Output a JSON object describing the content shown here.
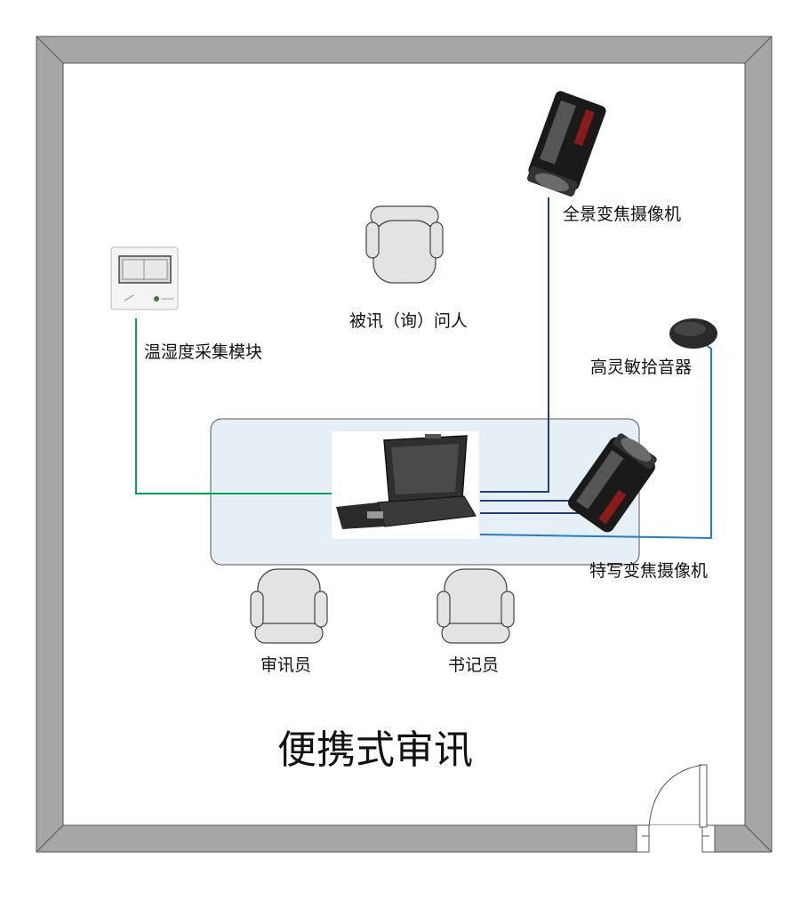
{
  "title": "便携式审讯",
  "labels": {
    "panorama_camera": "全景变焦摄像机",
    "suspect": "被讯（询）问人",
    "temp_humidity_module": "温湿度采集模块",
    "pickup": "高灵敏拾音器",
    "closeup_camera": "特写变焦摄像机",
    "interrogator": "审讯员",
    "clerk": "书记员"
  },
  "colors": {
    "wall": "#a6a6a6",
    "table_fill": "#e6eef6",
    "sensor_line": "#00a651",
    "camera_line": "#1f3f7f",
    "audio_line": "#1f7fcf",
    "chair": "#e3e3e3"
  }
}
